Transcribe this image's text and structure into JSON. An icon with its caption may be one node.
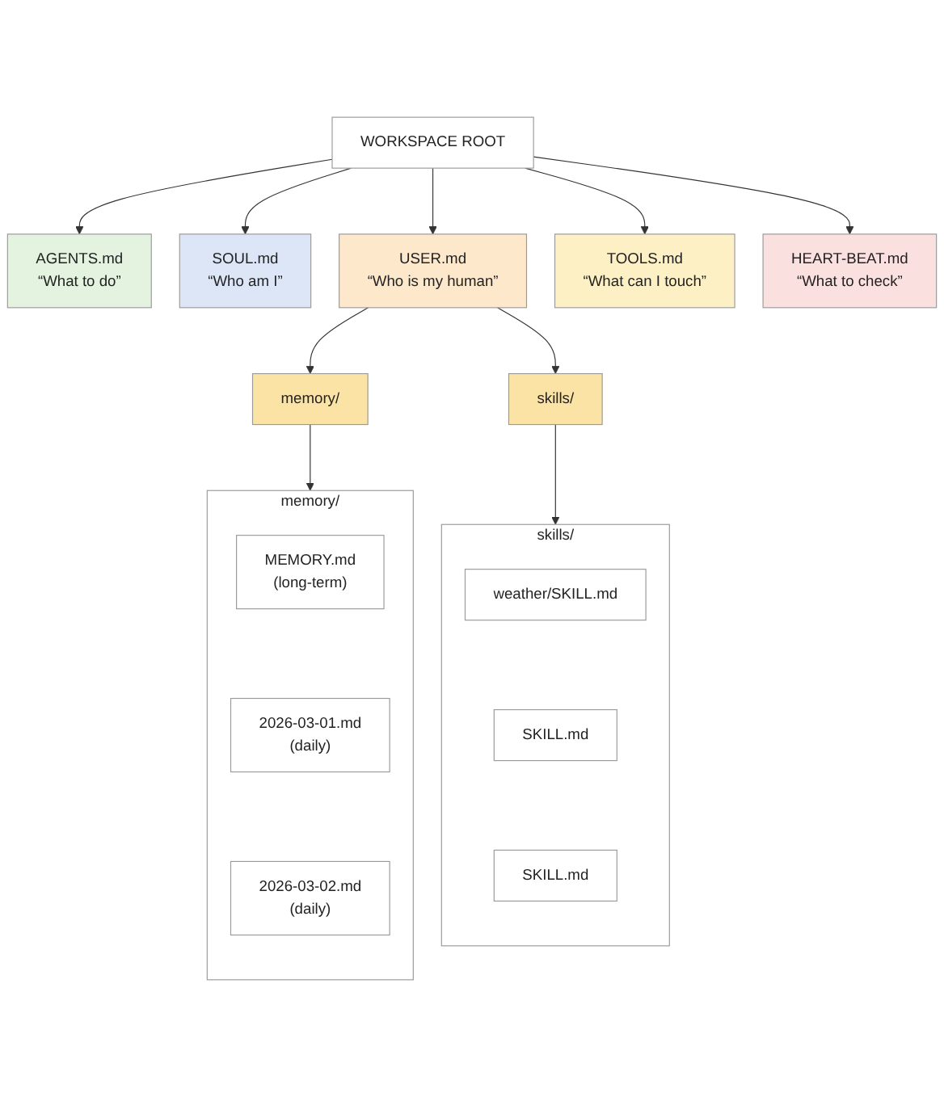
{
  "diagram": {
    "nodes": [
      {
        "text": [
          "WORKSPACE ROOT"
        ]
      },
      {
        "text": [
          "AGENTS.md",
          "“What to do”"
        ]
      },
      {
        "text": [
          "SOUL.md",
          "“Who am I”"
        ]
      },
      {
        "text": [
          "USER.md",
          "“Who is my human”"
        ]
      },
      {
        "text": [
          "TOOLS.md",
          "“What can I touch”"
        ]
      },
      {
        "text": [
          "HEART-BEAT.md",
          "“What to check”"
        ]
      },
      {
        "text": [
          "memory/"
        ]
      },
      {
        "text": [
          "skills/"
        ]
      },
      {
        "text": [
          "memory/"
        ]
      },
      {
        "text": [
          "MEMORY.md",
          "(long-term)"
        ],
        "in": 8
      },
      {
        "text": [
          "2026-03-01.md",
          "(daily)"
        ],
        "in": 8
      },
      {
        "text": [
          "2026-03-02.md",
          "(daily)"
        ],
        "in": 8
      },
      {
        "text": [
          "skills/"
        ]
      },
      {
        "text": [
          "weather/SKILL.md"
        ],
        "in": 12
      },
      {
        "text": [
          "SKILL.md"
        ],
        "in": 12
      },
      {
        "text": [
          "SKILL.md"
        ],
        "in": 12
      }
    ],
    "edges": [
      {
        "from": 0,
        "to": 1,
        "arrow": "to"
      },
      {
        "from": 0,
        "to": 2,
        "arrow": "to"
      },
      {
        "from": 0,
        "to": 3,
        "arrow": "to"
      },
      {
        "from": 0,
        "to": 4,
        "arrow": "to"
      },
      {
        "from": 0,
        "to": 5,
        "arrow": "to"
      },
      {
        "from": 3,
        "to": 6,
        "arrow": "to"
      },
      {
        "from": 3,
        "to": 7,
        "arrow": "to"
      },
      {
        "from": 6,
        "to": 8,
        "arrow": "to"
      },
      {
        "from": 7,
        "to": 12,
        "arrow": "to"
      }
    ]
  }
}
